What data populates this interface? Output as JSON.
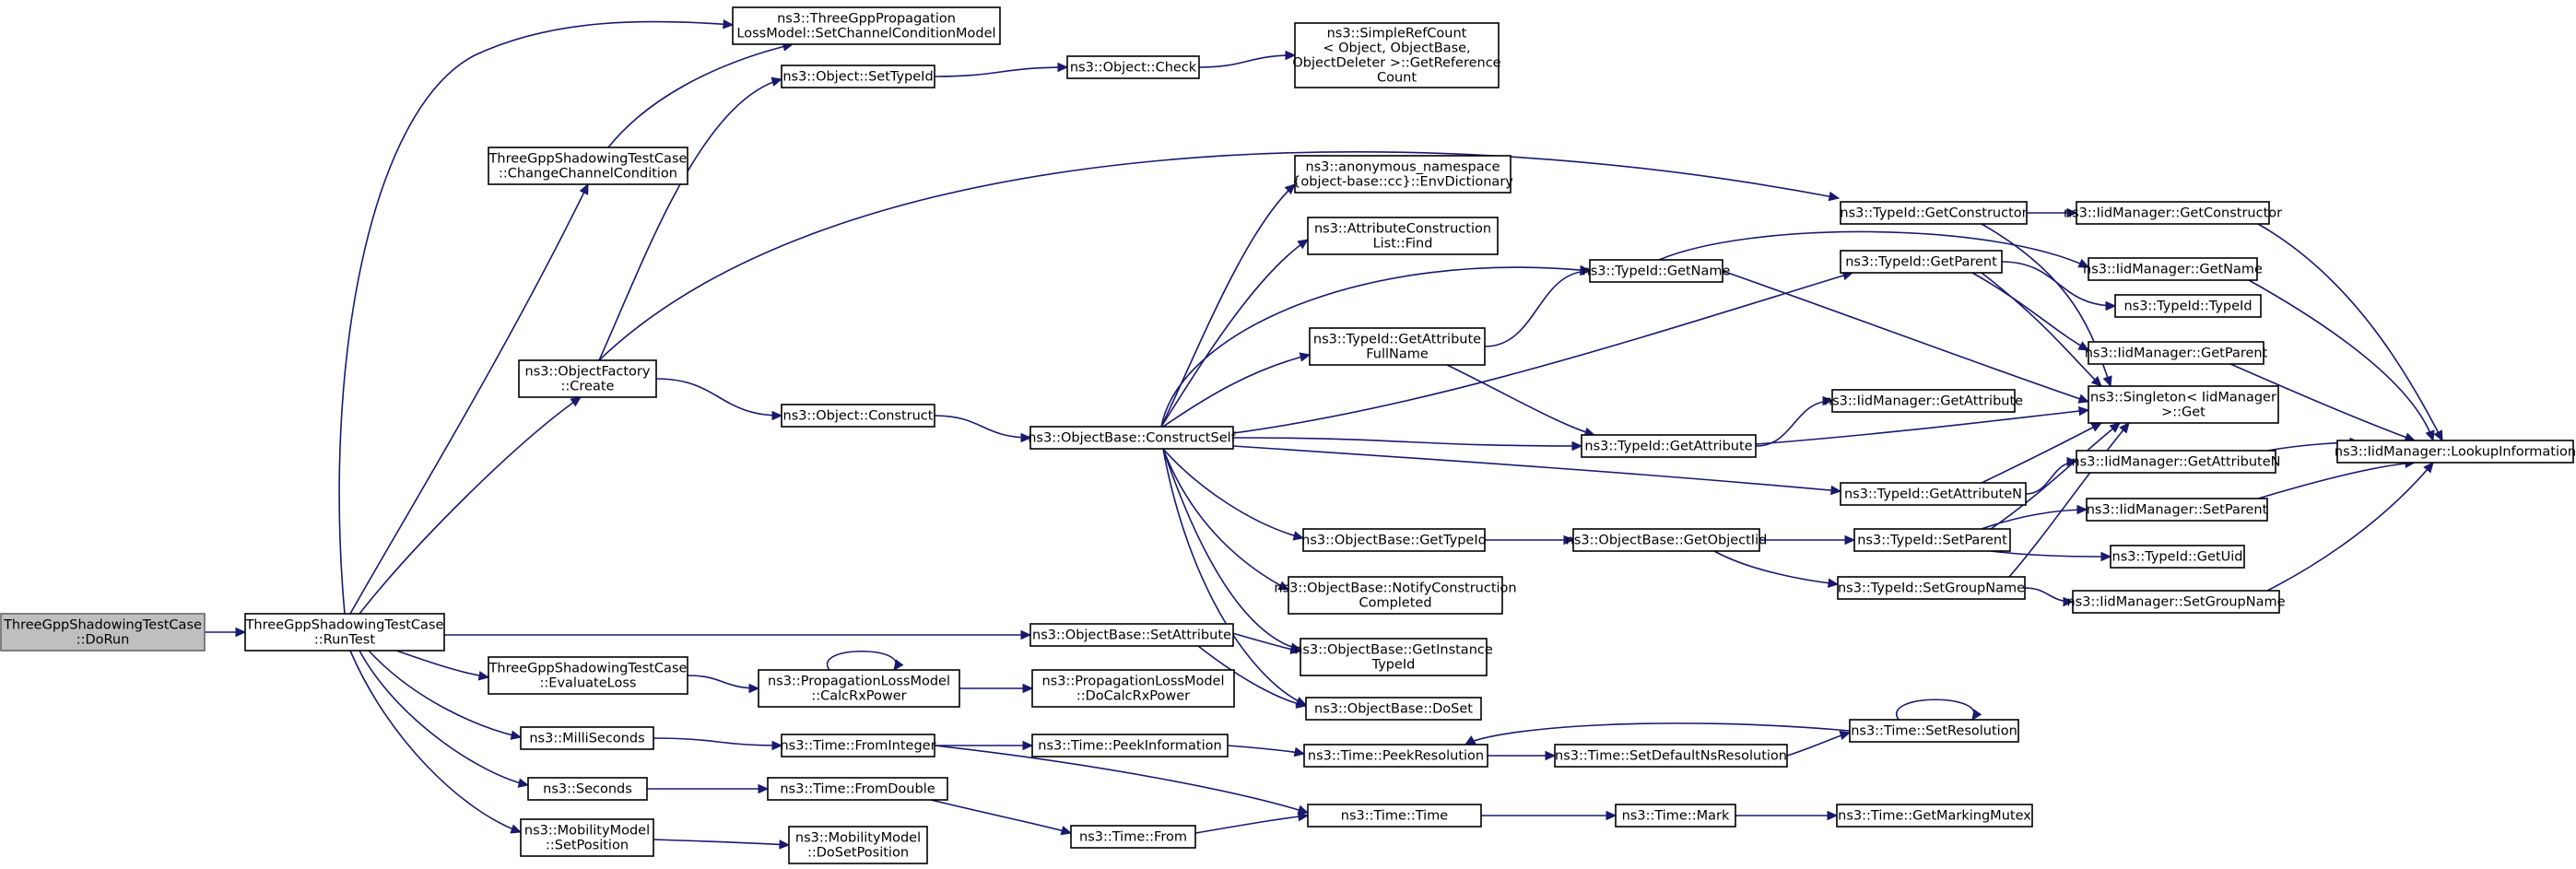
{
  "nodes": [
    {
      "id": "n0",
      "lines": [
        "ThreeGppShadowingTestCase",
        "::DoRun"
      ]
    },
    {
      "id": "n1",
      "lines": [
        "ThreeGppShadowingTestCase",
        "::RunTest"
      ]
    },
    {
      "id": "n2",
      "lines": [
        "ns3::ThreeGppPropagation",
        "LossModel::SetChannelConditionModel"
      ]
    },
    {
      "id": "n3",
      "lines": [
        "ThreeGppShadowingTestCase",
        "::ChangeChannelCondition"
      ]
    },
    {
      "id": "n4",
      "lines": [
        "ns3::ObjectFactory",
        "::Create"
      ]
    },
    {
      "id": "n5",
      "lines": [
        "ns3::Object::SetTypeId"
      ]
    },
    {
      "id": "n6",
      "lines": [
        "ns3::Object::Check"
      ]
    },
    {
      "id": "n7",
      "lines": [
        "ns3::SimpleRefCount",
        "< Object, ObjectBase,",
        "ObjectDeleter >::GetReference",
        "Count"
      ]
    },
    {
      "id": "n8",
      "lines": [
        "ns3::TypeId::GetConstructor"
      ]
    },
    {
      "id": "n9",
      "lines": [
        "ns3::IidManager::GetConstructor"
      ]
    },
    {
      "id": "n10",
      "lines": [
        "ns3::Singleton< IidManager",
        ">::Get"
      ]
    },
    {
      "id": "n11",
      "lines": [
        "ns3::IidManager::LookupInformation"
      ]
    },
    {
      "id": "n12",
      "lines": [
        "ns3::Object::Construct"
      ]
    },
    {
      "id": "n13",
      "lines": [
        "ns3::ObjectBase::ConstructSelf"
      ]
    },
    {
      "id": "n14",
      "lines": [
        "ns3::anonymous_namespace",
        "{object-base::cc}::EnvDictionary"
      ]
    },
    {
      "id": "n15",
      "lines": [
        "ns3::AttributeConstruction",
        "List::Find"
      ]
    },
    {
      "id": "n16",
      "lines": [
        "ns3::TypeId::GetAttribute",
        "FullName"
      ]
    },
    {
      "id": "n17",
      "lines": [
        "ns3::TypeId::GetName"
      ]
    },
    {
      "id": "n18",
      "lines": [
        "ns3::IidManager::GetName"
      ]
    },
    {
      "id": "n19",
      "lines": [
        "ns3::TypeId::GetParent"
      ]
    },
    {
      "id": "n20",
      "lines": [
        "ns3::TypeId::TypeId"
      ]
    },
    {
      "id": "n21",
      "lines": [
        "ns3::IidManager::GetParent"
      ]
    },
    {
      "id": "n22",
      "lines": [
        "ns3::TypeId::GetAttribute"
      ]
    },
    {
      "id": "n23",
      "lines": [
        "ns3::IidManager::GetAttribute"
      ]
    },
    {
      "id": "n24",
      "lines": [
        "ns3::TypeId::GetAttributeN"
      ]
    },
    {
      "id": "n25",
      "lines": [
        "ns3::IidManager::GetAttributeN"
      ]
    },
    {
      "id": "n26",
      "lines": [
        "ns3::ObjectBase::GetTypeId"
      ]
    },
    {
      "id": "n27",
      "lines": [
        "ns3::ObjectBase::GetObjectIid"
      ]
    },
    {
      "id": "n28",
      "lines": [
        "ns3::TypeId::SetParent"
      ]
    },
    {
      "id": "n29",
      "lines": [
        "ns3::IidManager::SetParent"
      ]
    },
    {
      "id": "n30",
      "lines": [
        "ns3::TypeId::GetUid"
      ]
    },
    {
      "id": "n31",
      "lines": [
        "ns3::TypeId::SetGroupName"
      ]
    },
    {
      "id": "n32",
      "lines": [
        "ns3::IidManager::SetGroupName"
      ]
    },
    {
      "id": "n33",
      "lines": [
        "ns3::ObjectBase::NotifyConstruction",
        "Completed"
      ]
    },
    {
      "id": "n34",
      "lines": [
        "ns3::ObjectBase::SetAttribute"
      ]
    },
    {
      "id": "n35",
      "lines": [
        "ns3::ObjectBase::GetInstance",
        "TypeId"
      ]
    },
    {
      "id": "n36",
      "lines": [
        "ns3::ObjectBase::DoSet"
      ]
    },
    {
      "id": "n37",
      "lines": [
        "ThreeGppShadowingTestCase",
        "::EvaluateLoss"
      ]
    },
    {
      "id": "n38",
      "lines": [
        "ns3::PropagationLossModel",
        "::CalcRxPower"
      ]
    },
    {
      "id": "n39",
      "lines": [
        "ns3::PropagationLossModel",
        "::DoCalcRxPower"
      ]
    },
    {
      "id": "n40",
      "lines": [
        "ns3::MilliSeconds"
      ]
    },
    {
      "id": "n41",
      "lines": [
        "ns3::Time::FromInteger"
      ]
    },
    {
      "id": "n42",
      "lines": [
        "ns3::Time::PeekInformation"
      ]
    },
    {
      "id": "n43",
      "lines": [
        "ns3::Time::PeekResolution"
      ]
    },
    {
      "id": "n44",
      "lines": [
        "ns3::Time::SetDefaultNsResolution"
      ]
    },
    {
      "id": "n45",
      "lines": [
        "ns3::Time::SetResolution"
      ]
    },
    {
      "id": "n46",
      "lines": [
        "ns3::Seconds"
      ]
    },
    {
      "id": "n47",
      "lines": [
        "ns3::Time::FromDouble"
      ]
    },
    {
      "id": "n48",
      "lines": [
        "ns3::Time::From"
      ]
    },
    {
      "id": "n49",
      "lines": [
        "ns3::Time::Time"
      ]
    },
    {
      "id": "n50",
      "lines": [
        "ns3::Time::Mark"
      ]
    },
    {
      "id": "n51",
      "lines": [
        "ns3::Time::GetMarkingMutex"
      ]
    },
    {
      "id": "n52",
      "lines": [
        "ns3::MobilityModel",
        "::SetPosition"
      ]
    },
    {
      "id": "n53",
      "lines": [
        "ns3::MobilityModel",
        "::DoSetPosition"
      ]
    }
  ],
  "edges": [
    [
      "n0",
      "n1"
    ],
    [
      "n1",
      "n2"
    ],
    [
      "n1",
      "n3"
    ],
    [
      "n3",
      "n2"
    ],
    [
      "n1",
      "n4"
    ],
    [
      "n4",
      "n5"
    ],
    [
      "n5",
      "n6"
    ],
    [
      "n6",
      "n7"
    ],
    [
      "n4",
      "n8"
    ],
    [
      "n8",
      "n9"
    ],
    [
      "n8",
      "n10"
    ],
    [
      "n9",
      "n11"
    ],
    [
      "n4",
      "n12"
    ],
    [
      "n12",
      "n13"
    ],
    [
      "n13",
      "n14"
    ],
    [
      "n13",
      "n15"
    ],
    [
      "n13",
      "n16"
    ],
    [
      "n13",
      "n17"
    ],
    [
      "n13",
      "n19"
    ],
    [
      "n13",
      "n22"
    ],
    [
      "n13",
      "n24"
    ],
    [
      "n13",
      "n26"
    ],
    [
      "n13",
      "n33"
    ],
    [
      "n13",
      "n35"
    ],
    [
      "n13",
      "n36"
    ],
    [
      "n16",
      "n17"
    ],
    [
      "n16",
      "n22"
    ],
    [
      "n17",
      "n18"
    ],
    [
      "n17",
      "n10"
    ],
    [
      "n18",
      "n11"
    ],
    [
      "n19",
      "n20"
    ],
    [
      "n19",
      "n21"
    ],
    [
      "n19",
      "n10"
    ],
    [
      "n21",
      "n11"
    ],
    [
      "n22",
      "n23"
    ],
    [
      "n22",
      "n10"
    ],
    [
      "n24",
      "n25"
    ],
    [
      "n24",
      "n10"
    ],
    [
      "n25",
      "n11"
    ],
    [
      "n26",
      "n27"
    ],
    [
      "n27",
      "n28"
    ],
    [
      "n27",
      "n31"
    ],
    [
      "n28",
      "n29"
    ],
    [
      "n28",
      "n30"
    ],
    [
      "n28",
      "n10"
    ],
    [
      "n29",
      "n11"
    ],
    [
      "n31",
      "n32"
    ],
    [
      "n31",
      "n10"
    ],
    [
      "n32",
      "n11"
    ],
    [
      "n1",
      "n34"
    ],
    [
      "n34",
      "n35"
    ],
    [
      "n34",
      "n36"
    ],
    [
      "n1",
      "n37"
    ],
    [
      "n37",
      "n38"
    ],
    [
      "n38",
      "n38"
    ],
    [
      "n38",
      "n39"
    ],
    [
      "n1",
      "n40"
    ],
    [
      "n40",
      "n41"
    ],
    [
      "n41",
      "n42"
    ],
    [
      "n41",
      "n49"
    ],
    [
      "n42",
      "n43"
    ],
    [
      "n43",
      "n44"
    ],
    [
      "n44",
      "n45"
    ],
    [
      "n45",
      "n43"
    ],
    [
      "n45",
      "n45"
    ],
    [
      "n1",
      "n46"
    ],
    [
      "n46",
      "n47"
    ],
    [
      "n47",
      "n48"
    ],
    [
      "n48",
      "n49"
    ],
    [
      "n49",
      "n50"
    ],
    [
      "n50",
      "n51"
    ],
    [
      "n1",
      "n52"
    ],
    [
      "n52",
      "n53"
    ]
  ]
}
